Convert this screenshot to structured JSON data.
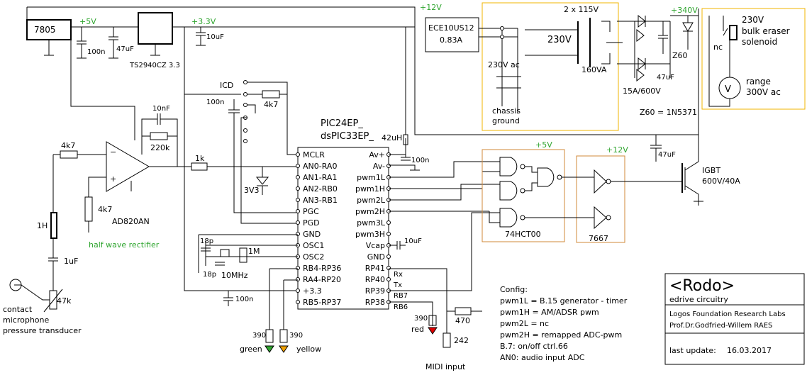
{
  "supply": {
    "plus5_top": "+5V",
    "plus33_top": "+3.3V",
    "plus12_top": "+12V",
    "plus340": "+340V",
    "plus5_gate": "+5V",
    "plus12_driver": "+12V"
  },
  "regulators": {
    "r5": "7805",
    "r33": "TS2940CZ 3.3"
  },
  "caps": {
    "c100n_a": "100n",
    "c47u_a": "47uF",
    "c10u_a": "10uF",
    "c10n": "10nF",
    "c100n_b": "100n",
    "c100n_c": "100n",
    "c100n_d": "100n",
    "c10u_b": "10uF",
    "c18p_a": "18p",
    "c18p_b": "18p",
    "c1u": "1uF",
    "c47u_b": "47uF",
    "c47u_c": "47uF"
  },
  "resistors": {
    "r220k": "220k",
    "r4k7_a": "4k7",
    "r1k": "1k",
    "r4k7_b": "4k7",
    "r4k7_c": "4k7",
    "r1m": "1M",
    "r47k": "47k",
    "r390_a": "390",
    "r390_b": "390",
    "r390_c": "390",
    "r470": "470",
    "r242": "242"
  },
  "inductors": {
    "l1h": "1H",
    "l42u": "42uH"
  },
  "opamp": {
    "name": "AD820AN",
    "rectifier": "half wave rectifier"
  },
  "icd_label": "ICD",
  "zener_33": "3V3",
  "crystal": "10MHz",
  "mcu": {
    "name1": "PIC24EP_",
    "name2": "dsPIC33EP_",
    "left_pins": [
      "MCLR",
      "AN0-RA0",
      "AN1-RA1",
      "AN2-RB0",
      "AN3-RB1",
      "PGC",
      "PGD",
      "GND",
      "OSC1",
      "OSC2",
      "RB4-RP36",
      "RA4-RP20",
      "+3.3",
      "RB5-RP37"
    ],
    "right_pins": [
      "Av+",
      "Av-",
      "pwm1L",
      "pwm1H",
      "pwm2L",
      "pwm2H",
      "pwm3L",
      "pwm3H",
      "Vcap",
      "GND",
      "RP41",
      "RP40",
      "RP39",
      "RP38"
    ],
    "rx": "Rx",
    "tx": "Tx",
    "rb7": "RB7",
    "rb6": "RB6"
  },
  "leds": {
    "green": "green",
    "yellow": "yellow",
    "red": "red"
  },
  "midi": "MIDI input",
  "transducer": {
    "l1": "contact",
    "l2": "microphone",
    "l3": "pressure transducer"
  },
  "power": {
    "ece_name": "ECE10US12",
    "ece_current": "0.83A",
    "xfmr_primary": "230V",
    "xfmr_secondary": "2 x 115V",
    "xfmr_rating": "160VA",
    "mains": "230V ac",
    "chassis1": "chassis",
    "chassis2": "ground",
    "bridge": "15A/600V",
    "z60": "Z60",
    "z60_note": "Z60 = 1N5371"
  },
  "load": {
    "solenoid1": "230V",
    "solenoid2": "bulk eraser",
    "solenoid3": "solenoid",
    "nc": "nc",
    "meter_symbol": "V",
    "range1": "range",
    "range2": "300V ac"
  },
  "logic": {
    "gate_ic": "74HCT00",
    "driver_ic": "7667"
  },
  "igbt": {
    "name": "IGBT",
    "rating": "600V/40A"
  },
  "config": {
    "title": "Config:",
    "lines": [
      "pwm1L = B.15 generator - timer",
      "pwm1H = AM/ADSR pwm",
      "pwm2L = nc",
      "pwm2H = remapped ADC-pwm",
      "B.7: on/off ctrl.66",
      "AN0: audio input ADC"
    ]
  },
  "titleblock": {
    "name": "<Rodo>",
    "subtitle": "edrive circuitry",
    "org": "Logos Foundation Research Labs",
    "author": "Prof.Dr.Godfried-Willem RAES",
    "update_label": "last update:",
    "update_date": "16.03.2017"
  },
  "colors": {
    "green_label": "#2fa52f",
    "frame": "#f0b400",
    "gate_frame": "#d08a3a",
    "led_red": "#e00000",
    "led_yellow": "#f0a000",
    "led_green": "#2fa52f"
  }
}
